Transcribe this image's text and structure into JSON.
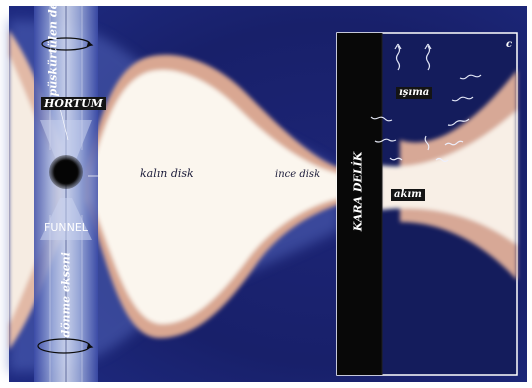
{
  "labels": {
    "jet_top": "püskürtülen demet",
    "hortum": "HORTUM",
    "funnel": "FUNNEL",
    "rotation_axis": "dönme ekseni",
    "thick_disk": "kalın disk",
    "thin_disk": "ince disk",
    "black_hole": "KARA DELİK",
    "radiation": "ışıma",
    "flow": "akım",
    "panel_letter": "c"
  },
  "colors": {
    "background_deep": "#141a5e",
    "background_mid": "#2d3a9c",
    "disk_core": "#fbf6ee",
    "disk_edge": "#d4a08c",
    "jet": "#9fb0da",
    "black_hole": "#060606"
  }
}
